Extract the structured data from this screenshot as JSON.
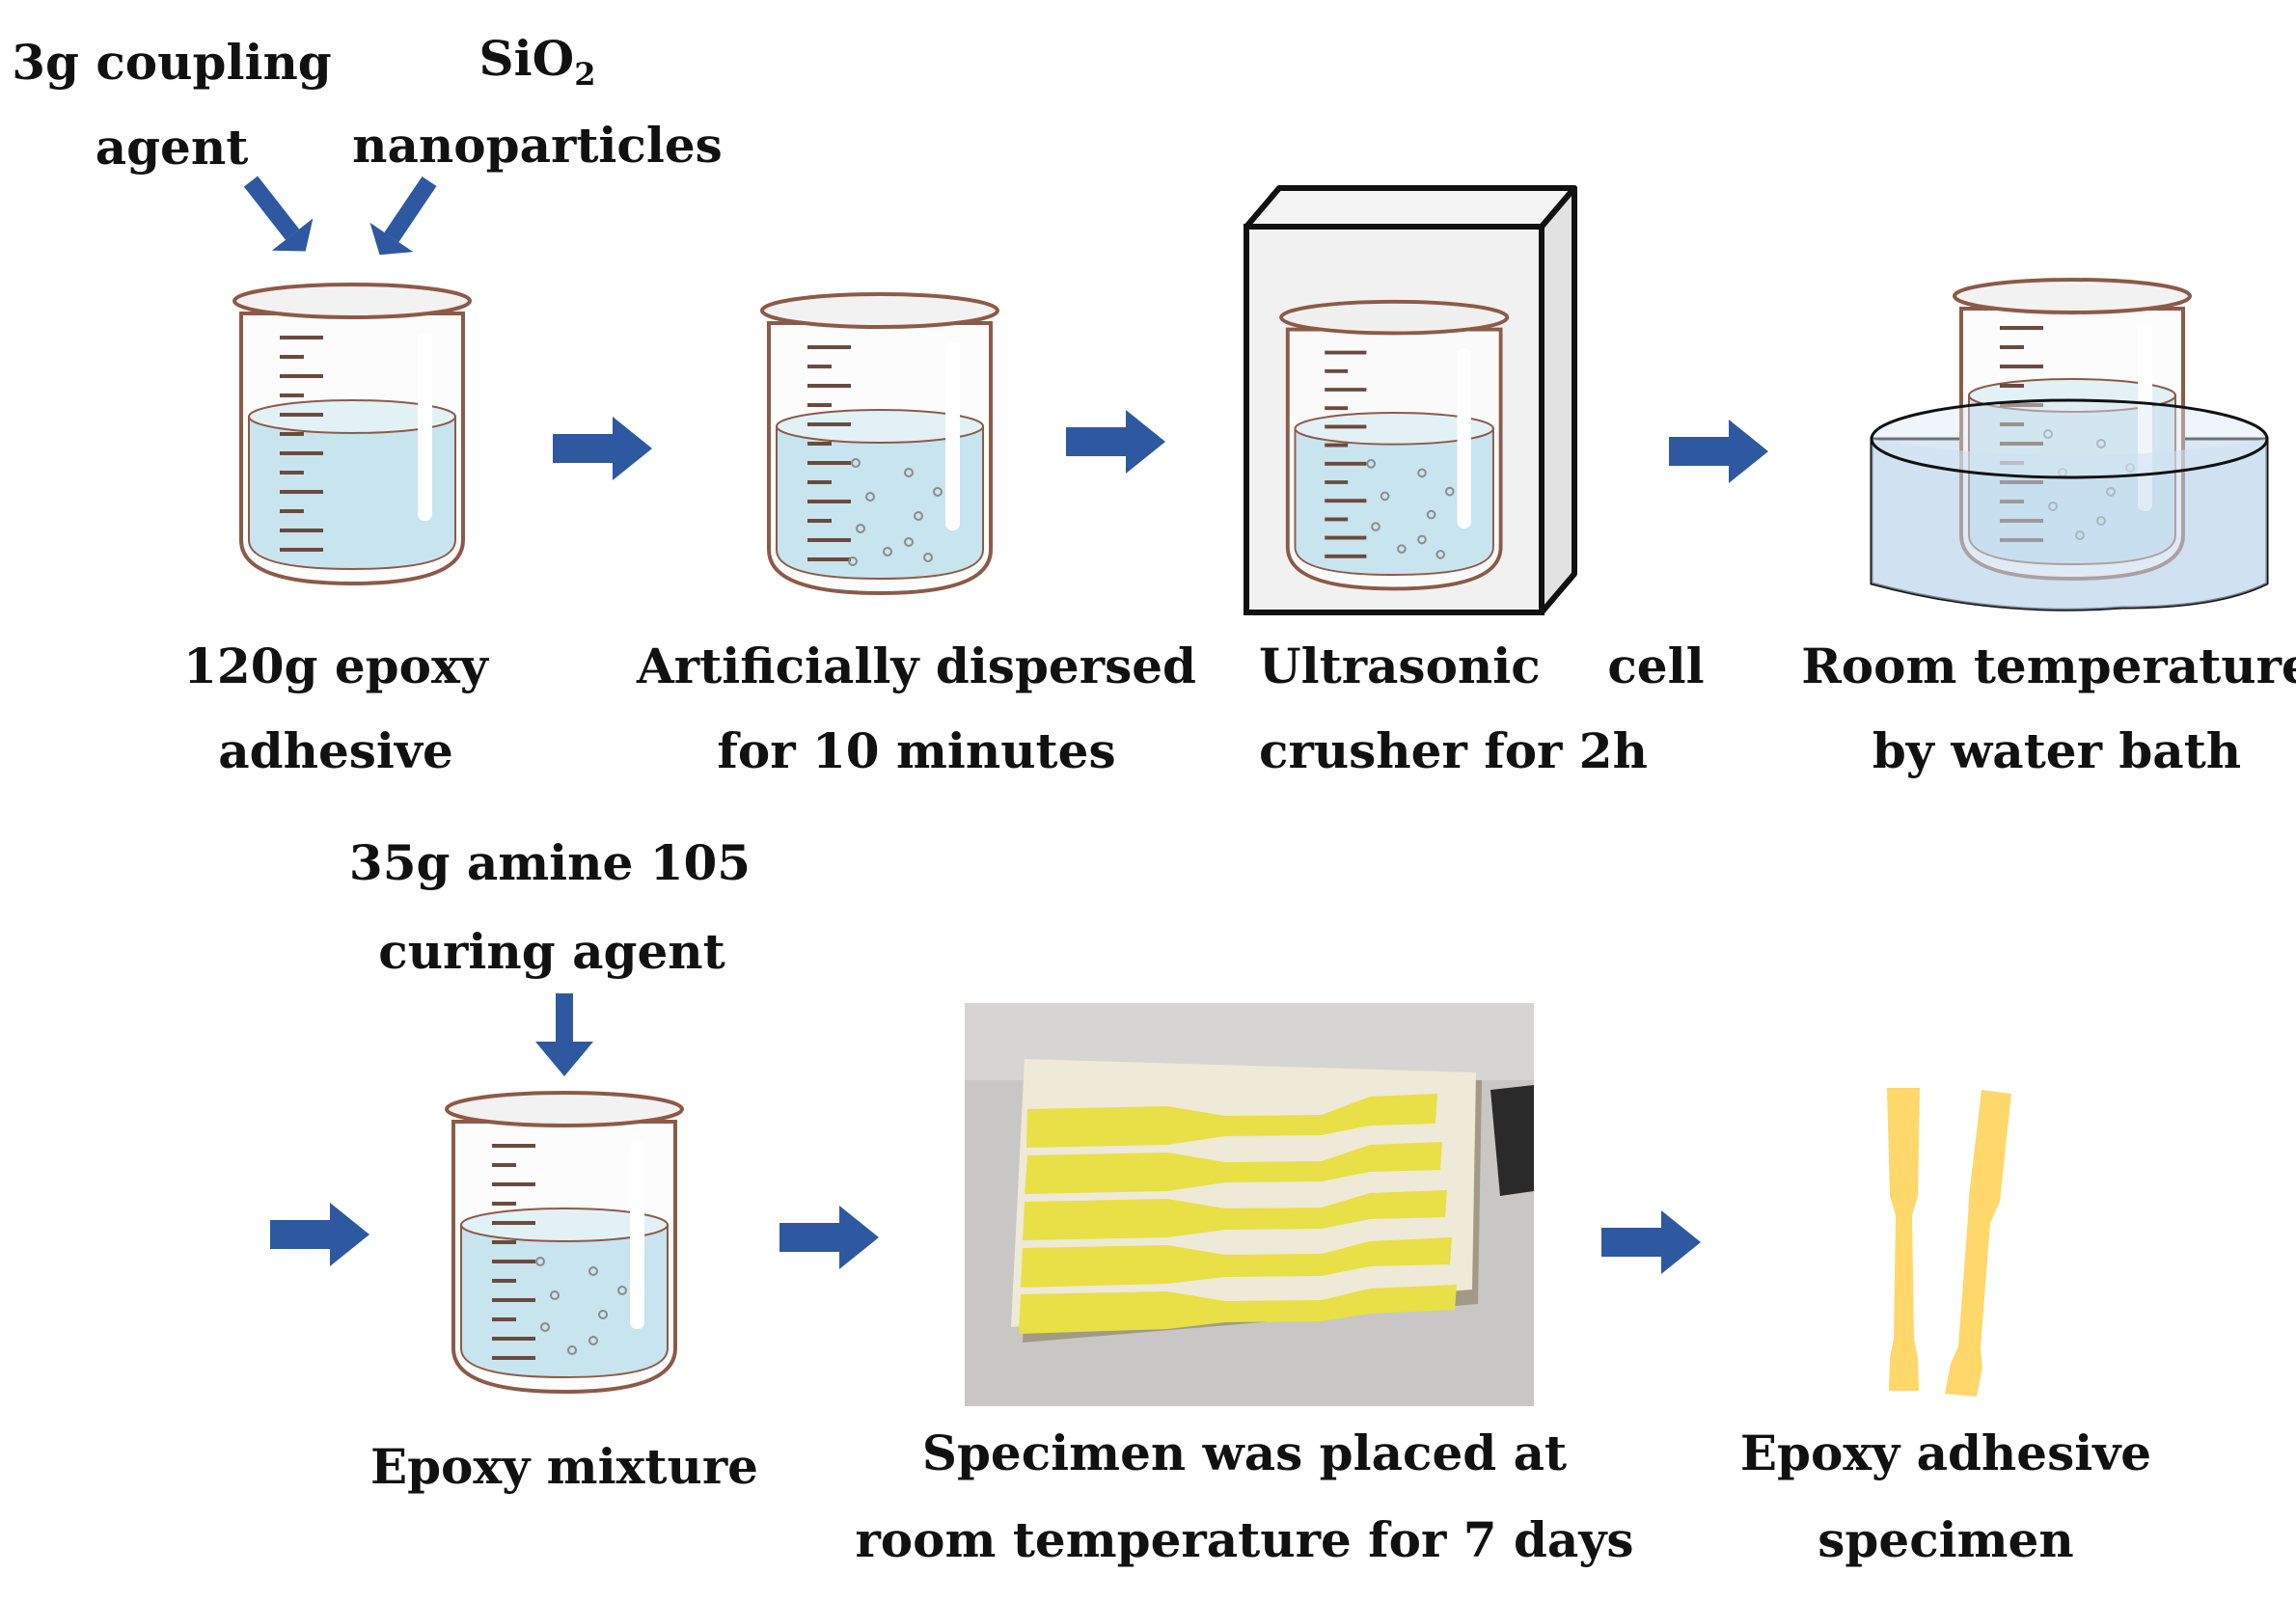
{
  "figure": {
    "colors": {
      "arrow": "#2e59a0",
      "liquid": "#c8e4ee",
      "beaker_outline": "#8c5a48",
      "glass": "#fcfcfc",
      "tick": "#6b4a3f",
      "specimen": "#ffd76a",
      "mold_yellow": "#e8e046"
    },
    "inputs": {
      "coupling_agent": [
        "3g coupling",
        "agent"
      ],
      "sio2": {
        "formula_base": "SiO",
        "formula_sub": "2",
        "line2": "nanoparticles"
      },
      "curing_agent": [
        "35g amine 105",
        "curing agent"
      ]
    },
    "steps": [
      {
        "id": "epoxy",
        "icon": "beaker-icon",
        "caption": [
          "120g epoxy",
          "adhesive"
        ]
      },
      {
        "id": "dispersed",
        "icon": "beaker-with-particles-icon",
        "caption": [
          "Artificially dispersed",
          "for 10 minutes"
        ]
      },
      {
        "id": "ultrasonic",
        "icon": "ultrasonic-crusher-icon",
        "caption": [
          "Ultrasonic    cell",
          "crusher for 2h"
        ]
      },
      {
        "id": "water-bath",
        "icon": "water-bath-icon",
        "caption": [
          "Room temperature",
          "by water bath"
        ]
      },
      {
        "id": "mixture",
        "icon": "beaker-with-particles-icon",
        "caption": [
          "Epoxy mixture"
        ]
      },
      {
        "id": "curing",
        "icon": "specimen-mold-photo",
        "caption": [
          "Specimen was placed at",
          "room temperature for 7 days"
        ]
      },
      {
        "id": "specimen",
        "icon": "dogbone-specimen-icon",
        "caption": [
          "Epoxy adhesive",
          "specimen"
        ]
      }
    ]
  }
}
